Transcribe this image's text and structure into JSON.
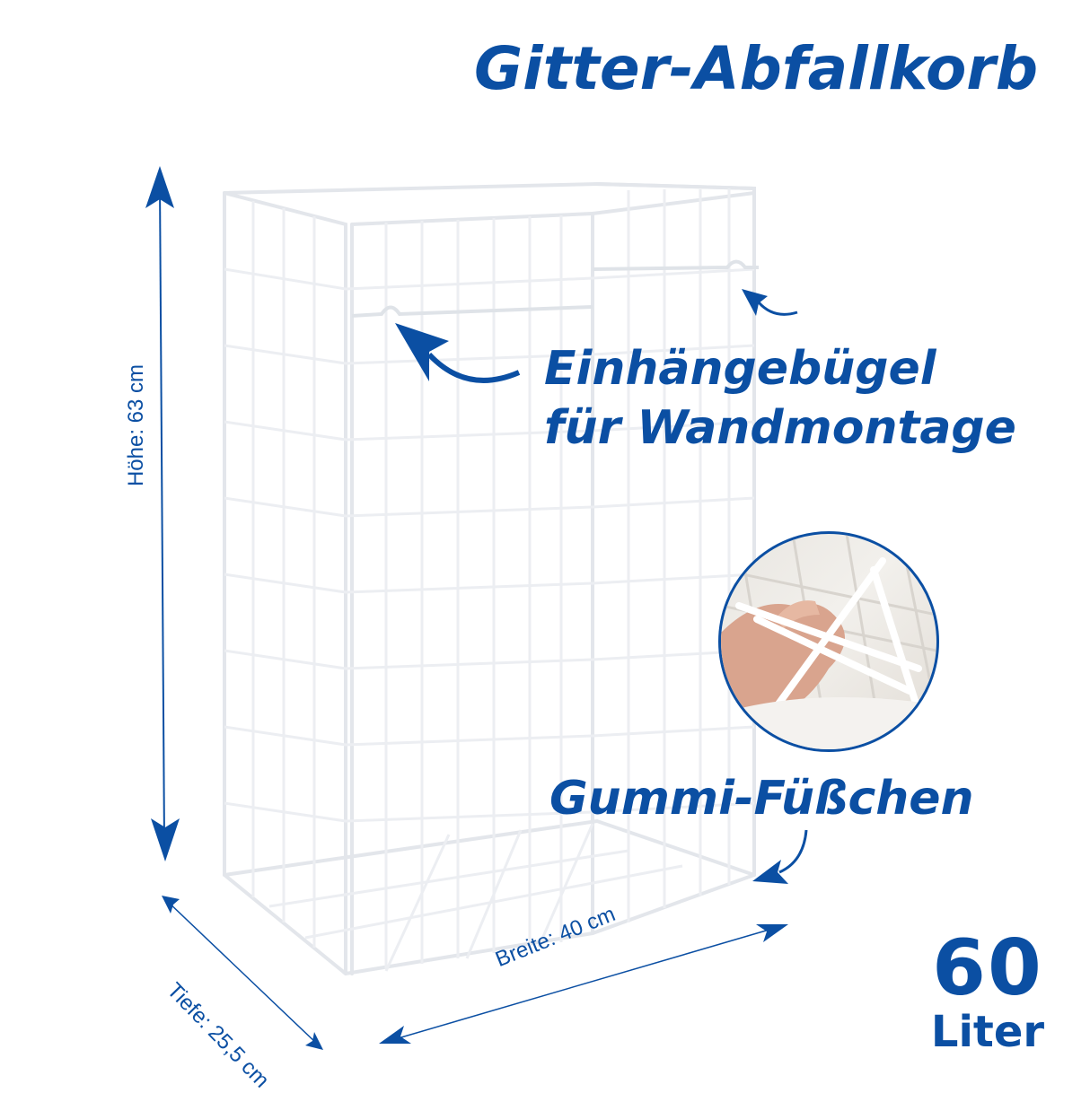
{
  "product": {
    "title": "Gitter-Abfallkorb",
    "capacity_value": "60",
    "capacity_unit": "Liter"
  },
  "callouts": {
    "hanging_bracket_line1": "Einhängebügel",
    "hanging_bracket_line2": "für Wandmontage",
    "rubber_feet": "Gummi-Füßchen"
  },
  "dimensions": {
    "height": "Höhe: 63 cm",
    "depth": "Tiefe: 25,5 cm",
    "width": "Breite: 40 cm"
  },
  "colors": {
    "accent": "#0b4fa3",
    "background": "#ffffff",
    "wire": "#e6e9ee"
  },
  "icons": {
    "dimension_arrows": "double-headed-arrow",
    "callout_arrows": "curved-arrow",
    "detail_inset": "circular-photo-inset"
  }
}
